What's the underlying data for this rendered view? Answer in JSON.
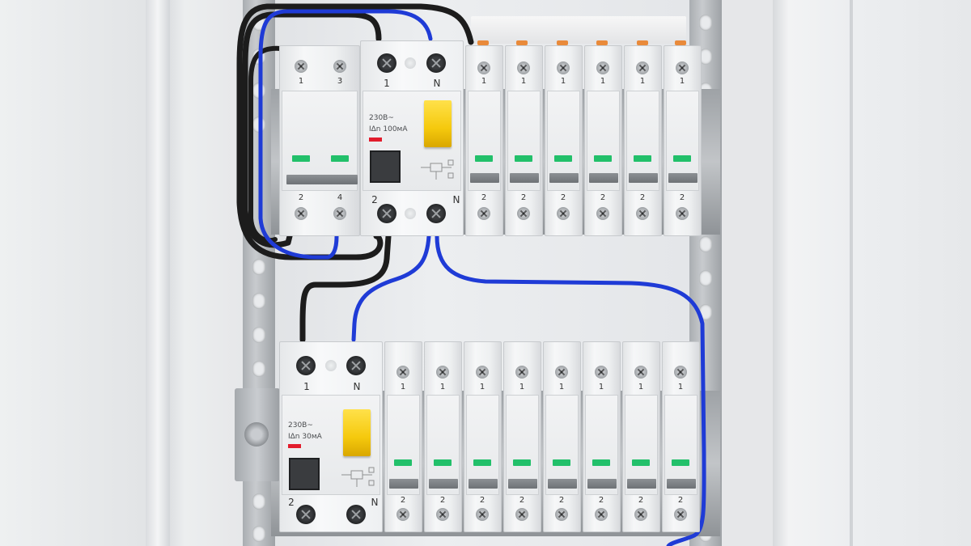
{
  "scene": {
    "description_hidden": false
  },
  "colors": {
    "wire_live": "#1c1c1c",
    "wire_neutral": "#1f3bd6",
    "lever": "#f5c90d",
    "handle_on": "#22c06a",
    "indicator": "#e21c2c"
  },
  "upper_row": {
    "main_switch": {
      "top_marks": [
        "1",
        "3"
      ],
      "bottom_marks": [
        "2",
        "4"
      ]
    },
    "rcd": {
      "top_marks": [
        "1",
        "N"
      ],
      "bottom_marks": [
        "2",
        "N"
      ],
      "rating_line1": "230В~",
      "rating_line2": "IΔn 100мА"
    },
    "breakers": [
      {
        "top_mark": "1",
        "bottom_mark": "2"
      },
      {
        "top_mark": "1",
        "bottom_mark": "2"
      },
      {
        "top_mark": "1",
        "bottom_mark": "2"
      },
      {
        "top_mark": "1",
        "bottom_mark": "2"
      },
      {
        "top_mark": "1",
        "bottom_mark": "2"
      },
      {
        "top_mark": "1",
        "bottom_mark": "2"
      }
    ]
  },
  "lower_row": {
    "rcd": {
      "top_marks": [
        "1",
        "N"
      ],
      "bottom_marks": [
        "2",
        "N"
      ],
      "rating_line1": "230В~",
      "rating_line2": "IΔn 30мА"
    },
    "breakers": [
      {
        "top_mark": "1",
        "bottom_mark": "2"
      },
      {
        "top_mark": "1",
        "bottom_mark": "2"
      },
      {
        "top_mark": "1",
        "bottom_mark": "2"
      },
      {
        "top_mark": "1",
        "bottom_mark": "2"
      },
      {
        "top_mark": "1",
        "bottom_mark": "2"
      },
      {
        "top_mark": "1",
        "bottom_mark": "2"
      },
      {
        "top_mark": "1",
        "bottom_mark": "2"
      },
      {
        "top_mark": "1",
        "bottom_mark": "2"
      }
    ]
  }
}
